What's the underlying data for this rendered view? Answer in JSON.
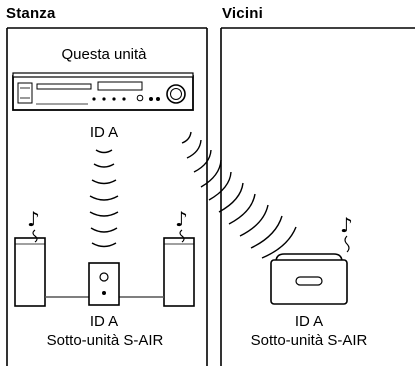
{
  "headers": {
    "left": "Stanza",
    "right": "Vicini"
  },
  "left_room": {
    "unit_label": "Questa unità",
    "main_id": "ID A",
    "sub_id": "ID A",
    "sub_label": "Sotto-unità S-AIR"
  },
  "right_room": {
    "sub_id": "ID A",
    "sub_label": "Sotto-unità S-AIR"
  },
  "icons": {
    "main_unit": "av-receiver-icon",
    "speaker": "speaker-icon",
    "sub_unit": "s-air-sub-unit-icon",
    "music": "music-note-icon",
    "signal": "wireless-signal-icon"
  }
}
